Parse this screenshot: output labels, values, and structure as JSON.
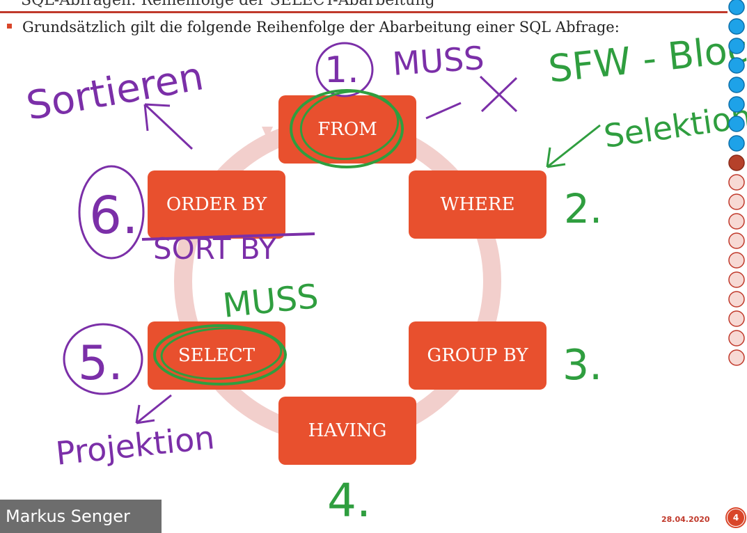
{
  "slide": {
    "top_line_partial": "SQL-Abfragen: Reihenfolge der SELECT-Abarbeitung",
    "intro_text": "Grundsätzlich gilt die folgende Reihenfolge der Abarbeitung einer SQL Abfrage:",
    "steps": [
      "FROM",
      "WHERE",
      "GROUP BY",
      "HAVING",
      "SELECT",
      "ORDER BY"
    ],
    "box_color": "#e8502e"
  },
  "annotations": {
    "from_number": "1.",
    "from_note": "MUSS",
    "sfw": "SFW - Block",
    "selection": "Selektion",
    "where_number": "2.",
    "group_number": "3.",
    "having_number": "4.",
    "select_number": "5.",
    "select_note": "MUSS",
    "projection": "Projektion",
    "order_number": "6.",
    "sort": "Sortieren",
    "struck_text": "SORT BY",
    "purple": "#7b2fa8",
    "green": "#2f9e3f"
  },
  "footer": {
    "presenter": "Markus Senger",
    "date": "28.04.2020",
    "page": "4"
  },
  "progress": {
    "completed": 8,
    "current": 9,
    "total": 19
  }
}
